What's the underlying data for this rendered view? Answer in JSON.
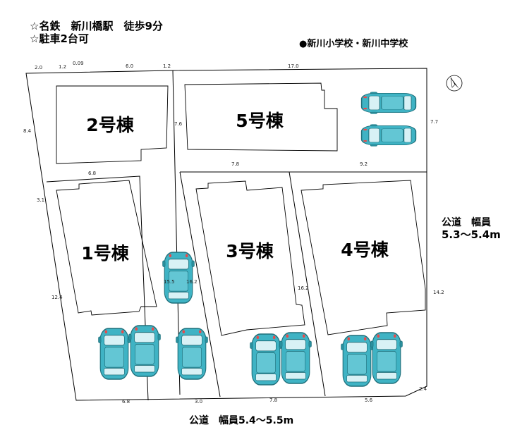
{
  "header": {
    "line1": "☆名鉄　新川橋駅　徒歩9分",
    "line2": "☆駐車2台可"
  },
  "school": "●新川小学校・新川中学校",
  "roads": {
    "east_line1": "公道　幅員",
    "east_line2": "5.3～5.4m",
    "south": "公道　幅員5.4～5.5m"
  },
  "buildings": {
    "b1": "1号棟",
    "b2": "2号棟",
    "b3": "3号棟",
    "b4": "4号棟",
    "b5": "5号棟"
  },
  "dimensions": {
    "d_2_0": "2.0",
    "d_1_2a": "1.2",
    "d_0_09": "0.09",
    "d_6_0": "6.0",
    "d_1_2b": "1.2",
    "d_17_0": "17.0",
    "d_8_4": "8.4",
    "d_7_6": "7.6",
    "d_7_7": "7.7",
    "d_6_8a": "6.8",
    "d_7_8a": "7.8",
    "d_9_2": "9.2",
    "d_3_1": "3.1",
    "d_15_5": "15.5",
    "d_16_2a": "16.2",
    "d_16_2b": "16.2",
    "d_14_2": "14.2",
    "d_12_4": "12.4",
    "d_6_8b": "6.8",
    "d_3_0": "3.0",
    "d_7_8b": "7.8",
    "d_5_6": "5.6",
    "d_2_4": "2.4"
  },
  "colors": {
    "car_body": "#3fb3c4",
    "car_window": "#d8f1f5",
    "lot_line": "#000000"
  },
  "icons": {
    "compass": "north-arrow-icon",
    "car": "car-icon"
  }
}
